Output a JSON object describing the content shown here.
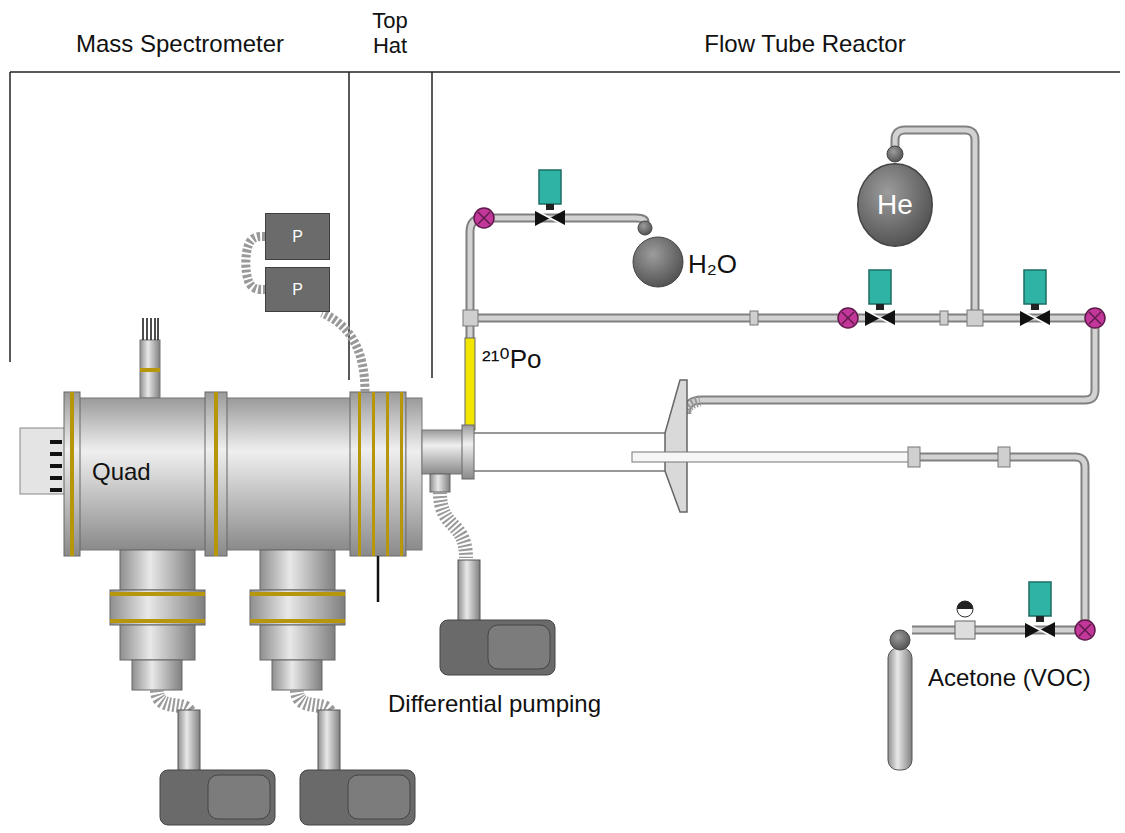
{
  "diagram": {
    "nodes": [
      {
        "text": [
          "P"
        ]
      },
      {
        "text": [
          "P"
        ]
      },
      {
        "text": [
          "He"
        ]
      }
    ],
    "edges": [
      {
        "from": 0,
        "to": 1,
        "arrow": "none"
      }
    ],
    "labels": [
      "Mass Spectrometer",
      "Top Hat",
      "Flow Tube Reactor",
      "Quad",
      "H₂O",
      "²¹⁰Po",
      "Acetone (VOC)",
      "Differential pumping"
    ]
  }
}
